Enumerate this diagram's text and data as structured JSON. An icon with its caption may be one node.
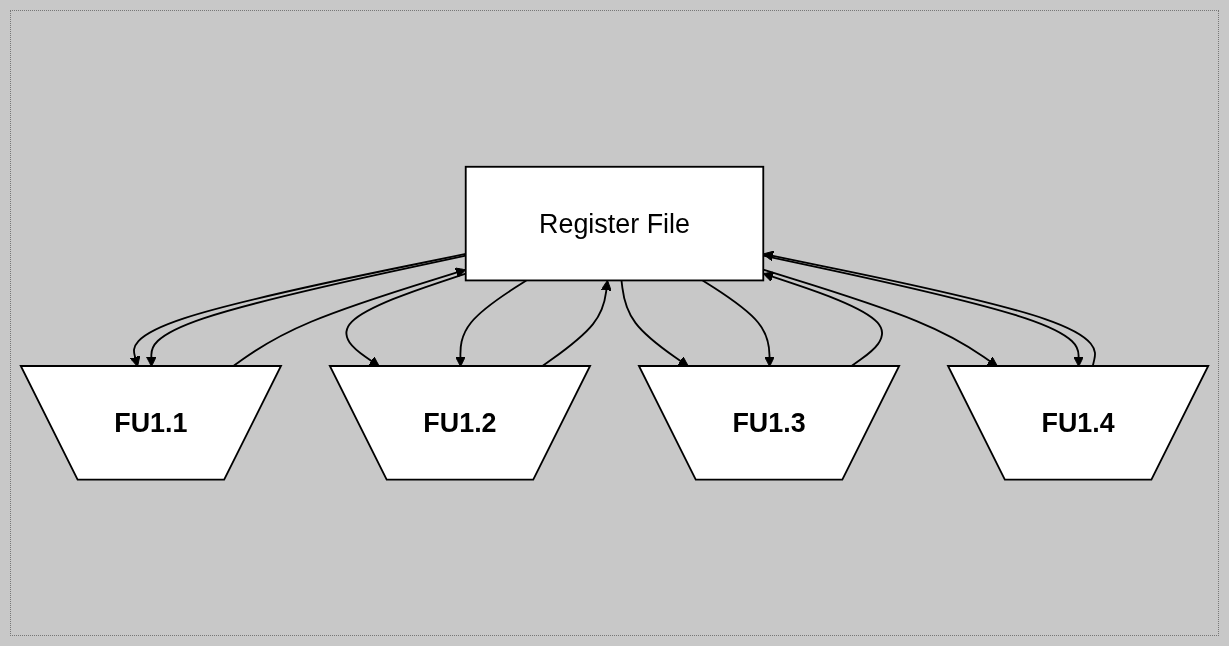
{
  "diagram": {
    "nodes": [
      {
        "text": [
          "Register File"
        ]
      },
      {
        "text": [
          "FU1.1"
        ]
      },
      {
        "text": [
          "FU1.2"
        ]
      },
      {
        "text": [
          "FU1.3"
        ]
      },
      {
        "text": [
          "FU1.4"
        ]
      }
    ],
    "edges": [
      {
        "from": 0,
        "to": 1,
        "arrow": "to"
      },
      {
        "from": 0,
        "to": 1,
        "arrow": "to"
      },
      {
        "from": 0,
        "to": 2,
        "arrow": "to"
      },
      {
        "from": 0,
        "to": 2,
        "arrow": "to"
      },
      {
        "from": 0,
        "to": 3,
        "arrow": "to"
      },
      {
        "from": 0,
        "to": 3,
        "arrow": "to"
      },
      {
        "from": 0,
        "to": 4,
        "arrow": "to"
      },
      {
        "from": 0,
        "to": 4,
        "arrow": "to"
      },
      {
        "from": 1,
        "to": 0,
        "arrow": "to"
      },
      {
        "from": 2,
        "to": 0,
        "arrow": "to"
      },
      {
        "from": 3,
        "to": 0,
        "arrow": "to"
      },
      {
        "from": 4,
        "to": 0,
        "arrow": "to"
      }
    ]
  }
}
